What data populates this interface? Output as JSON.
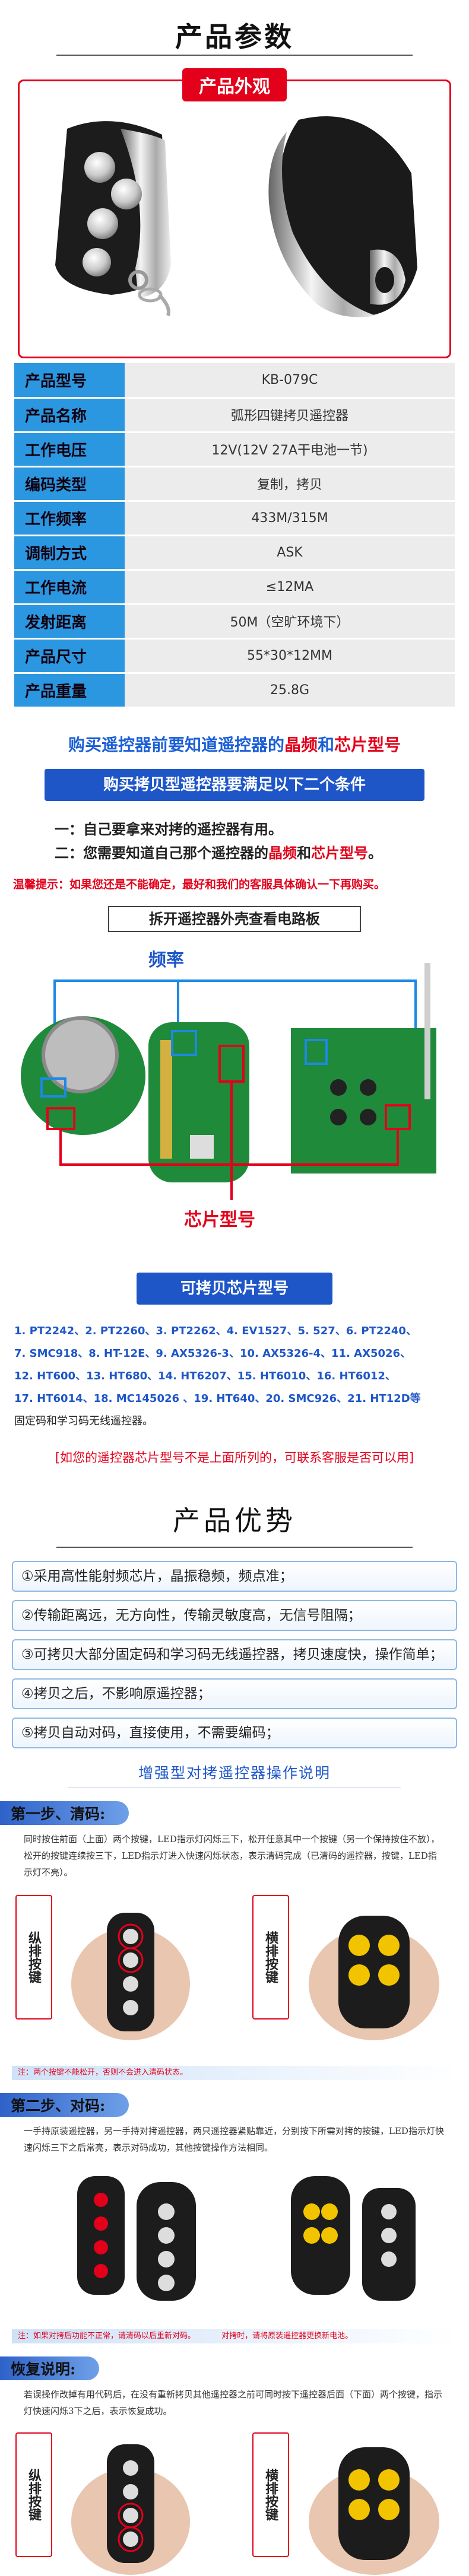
{
  "section1": {
    "title": "产品参数"
  },
  "appearance": {
    "label": "产品外观"
  },
  "specs": [
    {
      "key": "产品型号",
      "value": "KB-079C"
    },
    {
      "key": "产品名称",
      "value": "弧形四键拷贝遥控器"
    },
    {
      "key": "工作电压",
      "value": "12V(12V 27A干电池一节)"
    },
    {
      "key": "编码类型",
      "value": "复制，拷贝"
    },
    {
      "key": "工作频率",
      "value": "433M/315M"
    },
    {
      "key": "调制方式",
      "value": "ASK"
    },
    {
      "key": "工作电流",
      "value": "≤12MA"
    },
    {
      "key": "发射距离",
      "value": "50M（空旷环境下）"
    },
    {
      "key": "产品尺寸",
      "value": "55*30*12MM"
    },
    {
      "key": "产品重量",
      "value": "25.8G"
    }
  ],
  "chip_section": {
    "headline_a": "购买遥控器前要知道遥控器的",
    "headline_b": "晶频",
    "headline_c": "和",
    "headline_d": "芯片型号",
    "bar": "购买拷贝型遥控器要满足以下二个条件",
    "cond1": "一：自己要拿来对拷的遥控器有用。",
    "cond2_a": "二：您需要知道自己那个遥控器的",
    "cond2_b": "晶频",
    "cond2_c": "和",
    "cond2_d": "芯片型号",
    "cond2_e": "。",
    "tip": "温馨提示：如果您还是不能确定，最好和我们的客服具体确认一下再购买。",
    "open_case": "拆开遥控器外壳查看电路板",
    "freq_label": "频率",
    "chip_label": "芯片型号",
    "copyable_bar": "可拷贝芯片型号",
    "chips_line1": "1. PT2242、2. PT2260、3. PT2262、4. EV1527、5. 527、6. PT2240、",
    "chips_line2": "7. SMC918、8. HT-12E、9. AX5326-3、10. AX5326-4、11. AX5026、",
    "chips_line3": "12. HT600、13. HT680、14. HT6207、15. HT6010、16. HT6012、",
    "chips_line4": "17. HT6014、18. MC145026 、19. HT640、20. SMC926、21. HT12D等",
    "chips_line5": "固定码和学习码无线遥控器。",
    "note": "[如您的遥控器芯片型号不是上面所列的，可联系客服是否可以用]"
  },
  "advantages": {
    "title": "产品优势",
    "items": [
      "①采用高性能射频芯片，晶振稳频，频点准；",
      "②传输距离远，无方向性，传输灵敏度高，无信号阻隔；",
      "③可拷贝大部分固定码和学习码无线遥控器，拷贝速度快，操作简单；",
      "④拷贝之后，不影响原遥控器；",
      "⑤拷贝自动对码，直接使用，不需要编码；"
    ]
  },
  "guide": {
    "title": "增强型对拷遥控器操作说明",
    "step1": {
      "tag": "第一步、清码:",
      "text": "同时按住前面（上面）两个按键，LED指示灯闪烁三下，松开任意其中一个按键（另一个保持按住不放），松开的按键连续按三下，LED指示灯进入快速闪烁状态，表示清码完成（已清码的遥控器，按键，LED指示灯不亮）。",
      "left_label": "纵排按键",
      "right_label": "横排按键",
      "warn": "注：两个按键不能松开，否则不会进入清码状态。"
    },
    "step2": {
      "tag": "第二步、对码:",
      "text": "一手持原装遥控器，另一手持对拷遥控器，两只遥控器紧贴靠近，分别按下所需对拷的按键，LED指示灯快速闪烁三下之后常亮，表示对码成功，其他按键操作方法相同。",
      "warn_a": "注：如果对拷后功能不正常，请清码以后重新对码。",
      "warn_b": "对拷时，请将原装遥控器更换新电池。"
    },
    "step3": {
      "tag": "恢复说明:",
      "text": "若误操作改掉有用代码后，在没有重新拷贝其他遥控器之前可同时按下遥控器后面（下面）两个按键，指示灯快速闪烁3下之后，表示恢复成功。",
      "left_label": "纵排按键",
      "right_label": "横排按键"
    }
  }
}
